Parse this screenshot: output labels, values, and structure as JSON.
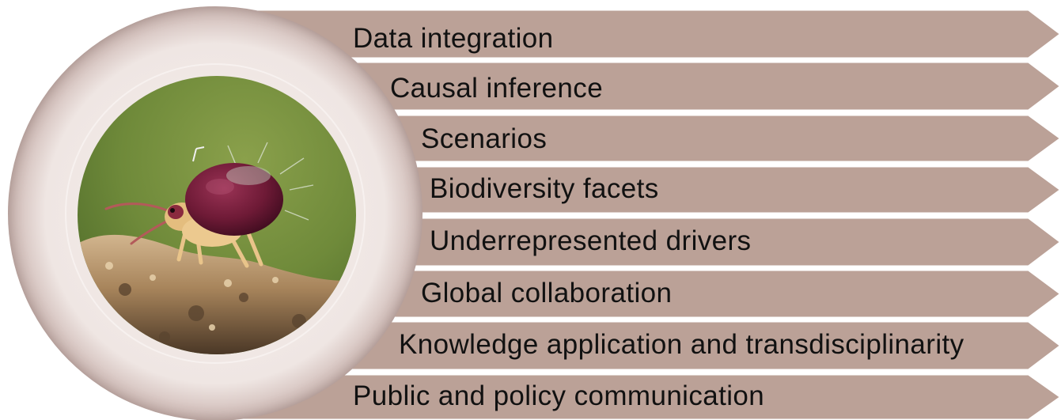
{
  "diagram": {
    "arrow_fill": "#bba197",
    "arrow_stroke": "#ffffff",
    "ring_color": "#a0857f",
    "items": [
      {
        "label": "Data integration"
      },
      {
        "label": "Causal inference"
      },
      {
        "label": "Scenarios"
      },
      {
        "label": "Biodiversity facets"
      },
      {
        "label": "Underrepresented drivers"
      },
      {
        "label": "Global collaboration"
      },
      {
        "label": "Knowledge application and transdisciplinarity"
      },
      {
        "label": "Public and policy communication"
      }
    ]
  },
  "photo": {
    "subject": "springtail-on-soil",
    "background_color": "#6f8a3a",
    "body_color": "#6e1a36",
    "leg_color": "#e9c48a",
    "soil_color": "#9b7b56"
  }
}
